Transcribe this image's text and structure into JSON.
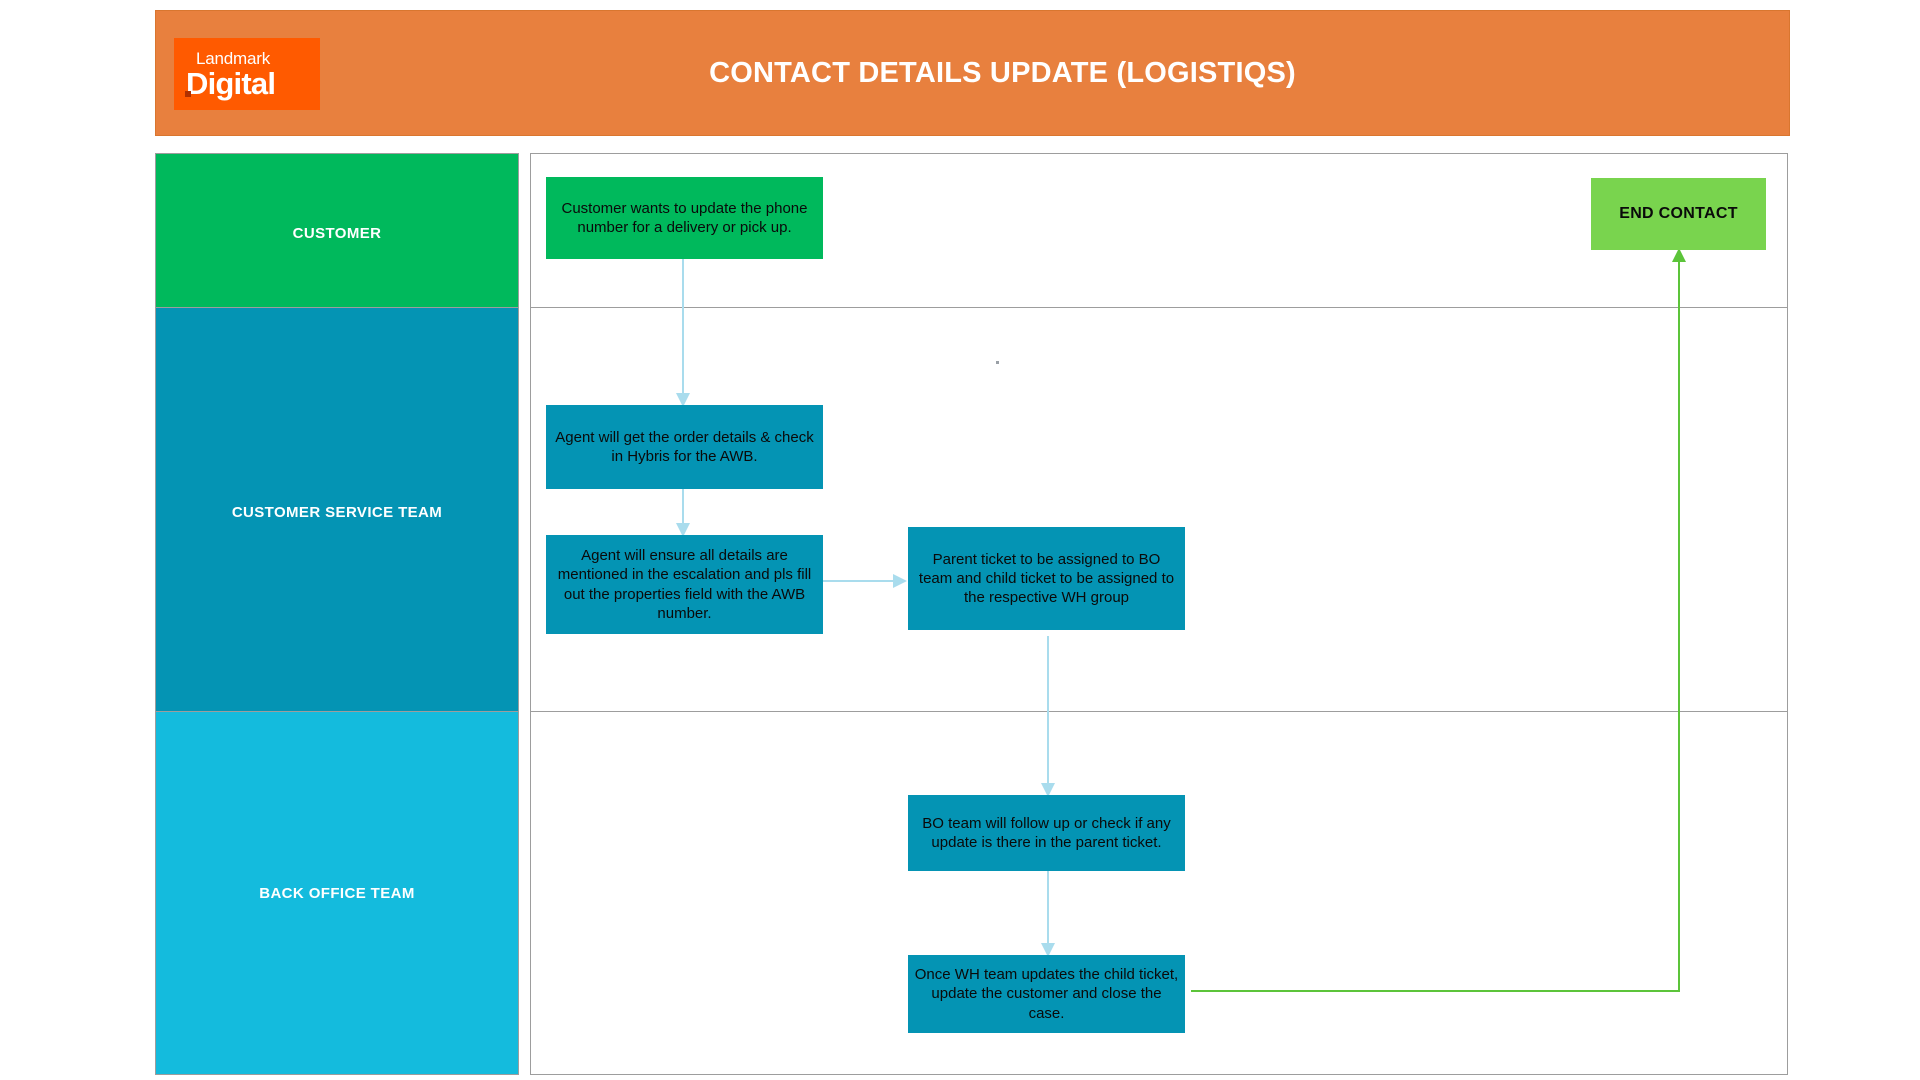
{
  "header": {
    "title": "CONTACT DETAILS UPDATE (LOGISTIQS)",
    "logo_top": "Landmark",
    "logo_bottom": "Digital",
    "bar_color": "#e8803e",
    "logo_tile_color": "#ff5a00"
  },
  "lanes": [
    {
      "id": "customer",
      "label": "CUSTOMER",
      "color": "#00b95c"
    },
    {
      "id": "cs",
      "label": "CUSTOMER SERVICE TEAM",
      "color": "#0494b4"
    },
    {
      "id": "bo",
      "label": "BACK OFFICE TEAM",
      "color": "#14bbdd"
    }
  ],
  "nodes": [
    {
      "id": "start",
      "lane": "customer",
      "type": "start",
      "text": "Customer wants to update the phone number for a delivery or pick up.",
      "color": "#00b95c"
    },
    {
      "id": "end-contact",
      "lane": "customer",
      "type": "terminator",
      "text": "END CONTACT",
      "color": "#79d44e"
    },
    {
      "id": "cs-1",
      "lane": "cs",
      "type": "process",
      "text": "Agent will get the order details & check in Hybris for the AWB.",
      "color": "#0494b4"
    },
    {
      "id": "cs-2",
      "lane": "cs",
      "type": "process",
      "text": "Agent will ensure all details are mentioned in the escalation and pls fill out the properties field with the AWB number.",
      "color": "#0494b4"
    },
    {
      "id": "cs-3",
      "lane": "cs",
      "type": "process",
      "text": "Parent ticket to be assigned to BO team and child ticket to be assigned to the respective WH group",
      "color": "#0494b4"
    },
    {
      "id": "bo-1",
      "lane": "bo",
      "type": "process",
      "text": "BO team will follow up or check if any update is there in the parent ticket.",
      "color": "#0494b4"
    },
    {
      "id": "bo-2",
      "lane": "bo",
      "type": "process",
      "text": "Once WH team updates the child ticket, update the customer and close the case.",
      "color": "#0494b4"
    }
  ],
  "connectors": [
    {
      "from": "start",
      "to": "cs-1",
      "color": "#a9dced"
    },
    {
      "from": "cs-1",
      "to": "cs-2",
      "color": "#a9dced"
    },
    {
      "from": "cs-2",
      "to": "cs-3",
      "color": "#a9dced"
    },
    {
      "from": "cs-3",
      "to": "bo-1",
      "color": "#a9dced"
    },
    {
      "from": "bo-1",
      "to": "bo-2",
      "color": "#a9dced"
    },
    {
      "from": "bo-2",
      "to": "end-contact",
      "color": "#5cc43a"
    }
  ]
}
